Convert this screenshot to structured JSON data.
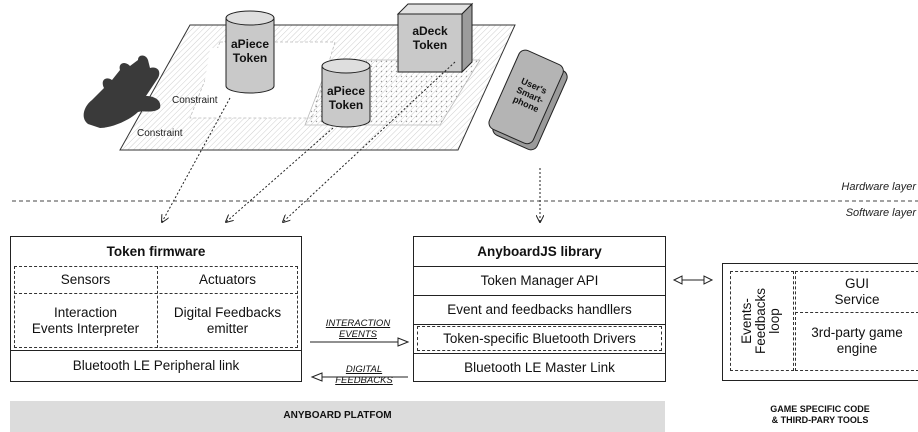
{
  "hardware": {
    "tokens": {
      "apiece1": [
        "aPiece",
        "Token"
      ],
      "apiece2": [
        "aPiece",
        "Token"
      ],
      "adeck": [
        "aDeck",
        "Token"
      ]
    },
    "phone": [
      "User's",
      "Smart-",
      "phone"
    ],
    "constraint_inner": "Constraint",
    "constraint_outer": "Constraint"
  },
  "layers": {
    "hardware": "Hardware layer",
    "software": "Software layer"
  },
  "firmware": {
    "title": "Token firmware",
    "sensors": "Sensors",
    "actuators": "Actuators",
    "interpreter": [
      "Interaction",
      "Events Interpreter"
    ],
    "emitter": [
      "Digital Feedbacks",
      "emitter"
    ],
    "peripheral": "Bluetooth LE Peripheral link"
  },
  "library": {
    "title": "AnyboardJS library",
    "items": [
      "Token Manager API",
      "Event and feedbacks handllers",
      "Token-specific Bluetooth Drivers",
      "Bluetooth LE Master Link"
    ]
  },
  "game": {
    "loop": [
      "Events-",
      "Feedbacks",
      "loop"
    ],
    "gui": [
      "GUI",
      "Service"
    ],
    "engine": [
      "3rd-party game",
      "engine"
    ]
  },
  "flows": {
    "interaction": [
      "INTERACTION",
      "EVENTS"
    ],
    "digital": [
      "DIGITAL",
      "FEEDBACKS"
    ]
  },
  "footer": {
    "platform": "ANYBOARD PLATFOM",
    "game": [
      "GAME SPECIFIC CODE",
      "& THIRD-PARY TOOLS"
    ]
  }
}
